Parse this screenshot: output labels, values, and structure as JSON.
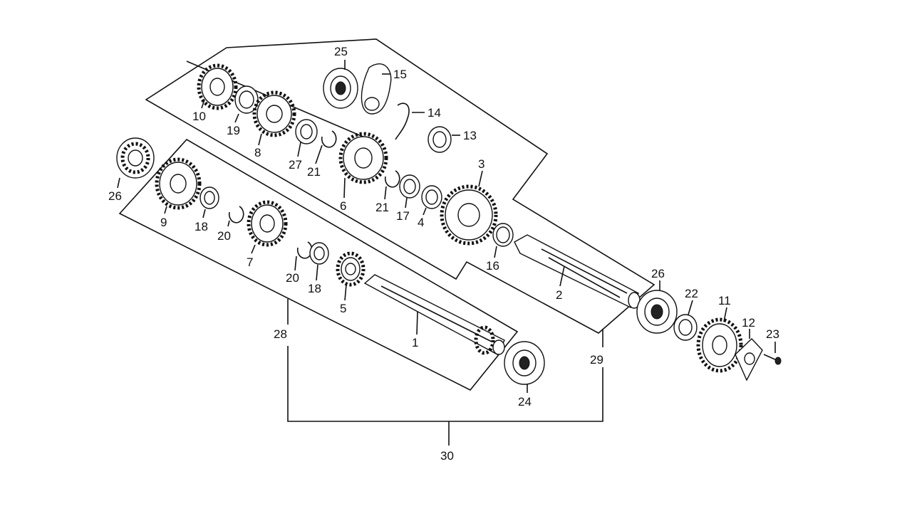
{
  "callouts": {
    "c1": "1",
    "c2": "2",
    "c3": "3",
    "c4": "4",
    "c5": "5",
    "c6": "6",
    "c7": "7",
    "c8": "8",
    "c9": "9",
    "c10": "10",
    "c11": "11",
    "c12": "12",
    "c13": "13",
    "c14": "14",
    "c15": "15",
    "c16": "16",
    "c17": "17",
    "c18a": "18",
    "c18b": "18",
    "c19": "19",
    "c20a": "20",
    "c20b": "20",
    "c21a": "21",
    "c21b": "21",
    "c22": "22",
    "c23": "23",
    "c24": "24",
    "c25": "25",
    "c26a": "26",
    "c26b": "26",
    "c27": "27",
    "c28": "28",
    "c29": "29",
    "c30": "30"
  }
}
